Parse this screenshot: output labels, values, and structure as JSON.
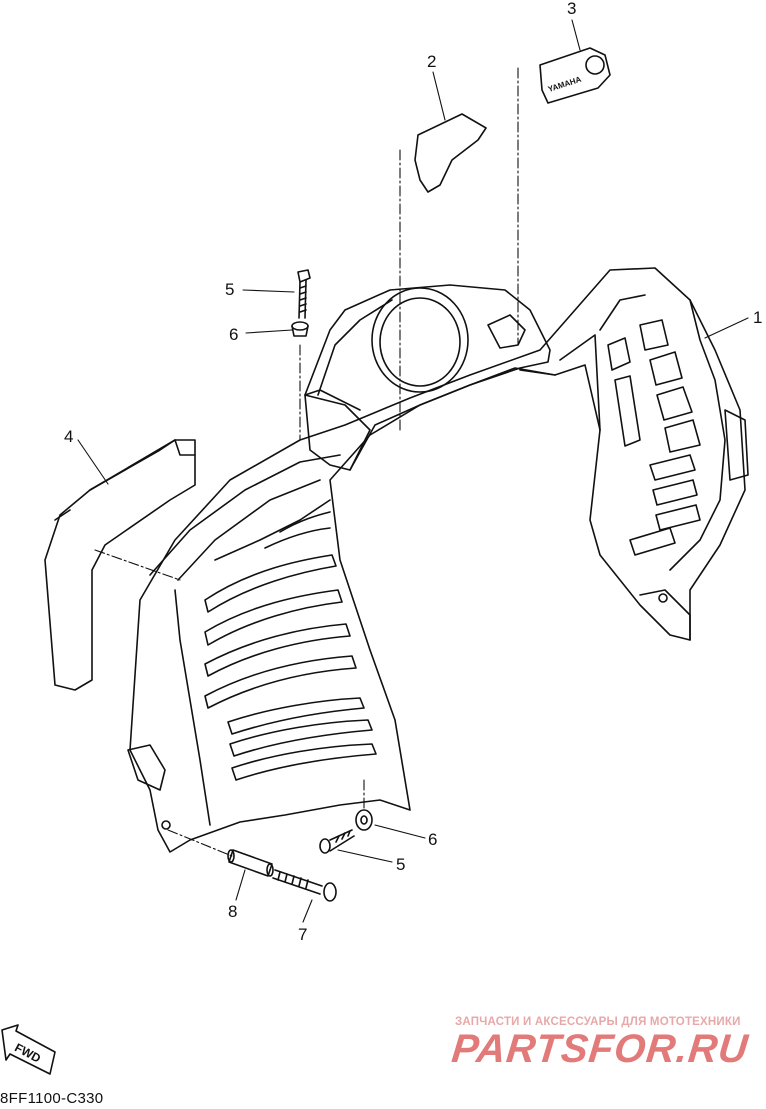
{
  "diagram": {
    "code": "8FF1100-C330",
    "fwd_label": "FWD",
    "emblem_text": "YAMAHA",
    "callouts": [
      "1",
      "2",
      "3",
      "4",
      "5",
      "6",
      "5",
      "6",
      "7",
      "8"
    ]
  },
  "watermark": {
    "tagline": "ЗАПЧАСТИ И АКСЕССУАРЫ ДЛЯ МОТОТЕХНИКИ",
    "brand": "PARTSFOR.RU",
    "color": "#e27a7a"
  }
}
